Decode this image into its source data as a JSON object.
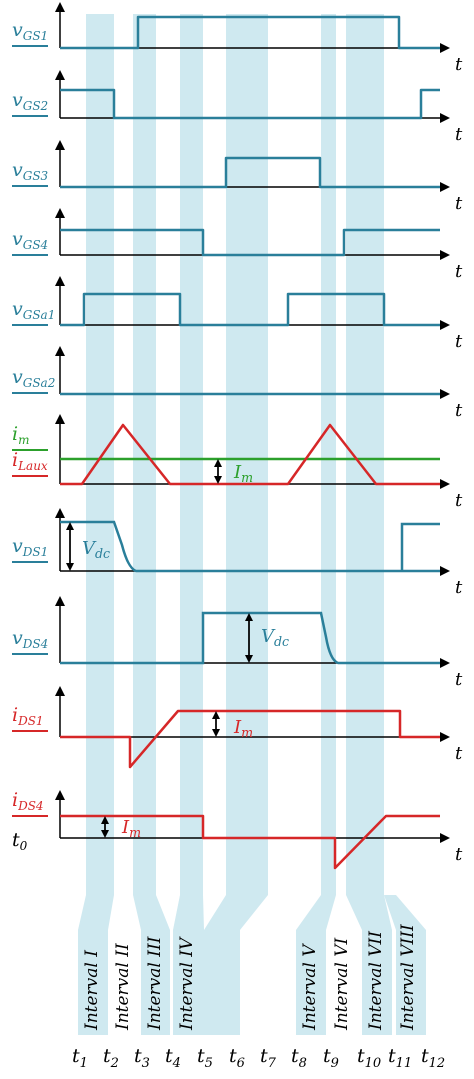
{
  "colors": {
    "teal": "#2a7f9a",
    "red": "#d62728",
    "green": "#2ca02c",
    "band": "#cfe9f0",
    "axis": "#000000"
  },
  "axis_label": "t",
  "signals": [
    {
      "label": "v",
      "sub": "GS1",
      "color": "#2a7f9a"
    },
    {
      "label": "v",
      "sub": "GS2",
      "color": "#2a7f9a"
    },
    {
      "label": "v",
      "sub": "GS3",
      "color": "#2a7f9a"
    },
    {
      "label": "v",
      "sub": "GS4",
      "color": "#2a7f9a"
    },
    {
      "label": "v",
      "sub": "GSa1",
      "color": "#2a7f9a"
    },
    {
      "label": "v",
      "sub": "GSa2",
      "color": "#2a7f9a"
    },
    {
      "label": "i",
      "sub": "m",
      "color": "#2ca02c",
      "label2": "i",
      "sub2": "Laux",
      "color2": "#d62728"
    },
    {
      "label": "v",
      "sub": "DS1",
      "color": "#2a7f9a"
    },
    {
      "label": "v",
      "sub": "DS4",
      "color": "#2a7f9a"
    },
    {
      "label": "i",
      "sub": "DS1",
      "color": "#d62728"
    },
    {
      "label": "i",
      "sub": "DS4",
      "color": "#d62728",
      "extra": "t",
      "extra_sub": "0"
    }
  ],
  "annotations": {
    "im": {
      "label": "I",
      "sub": "m"
    },
    "vdc": {
      "label": "V",
      "sub": "dc"
    }
  },
  "intervals": [
    "Interval I",
    "Interval II",
    "Interval III",
    "Interval IV",
    "Interval V",
    "Interval VI",
    "Interval VII",
    "Interval VIII"
  ],
  "time_labels": [
    "t1",
    "t2",
    "t3",
    "t4",
    "t5",
    "t6",
    "t7",
    "t8",
    "t9",
    "t10",
    "t11",
    "t12"
  ]
}
